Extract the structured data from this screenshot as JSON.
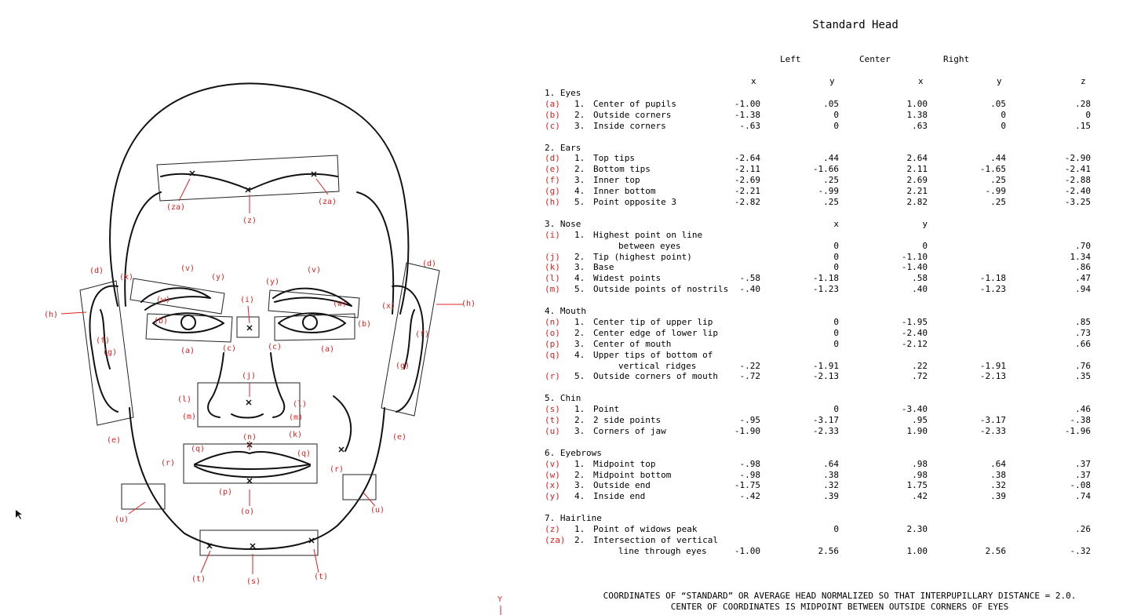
{
  "title": "Standard Head",
  "col_groups": {
    "left": "Left",
    "center": "Center",
    "right": "Right"
  },
  "col_axes": {
    "x1": "x",
    "y1": "y",
    "x2": "x",
    "y2": "y",
    "z": "z"
  },
  "rows": [
    {
      "heading": "1. Eyes"
    },
    {
      "label": "(a)",
      "num": "1.",
      "text": "Center of pupils",
      "v": [
        "-1.00",
        ".05",
        "1.00",
        ".05",
        ".28"
      ]
    },
    {
      "label": "(b)",
      "num": "2.",
      "text": "Outside corners",
      "v": [
        "-1.38",
        "0",
        "1.38",
        "0",
        "0"
      ]
    },
    {
      "label": "(c)",
      "num": "3.",
      "text": "Inside corners",
      "v": [
        "-.63",
        "0",
        ".63",
        "0",
        ".15"
      ]
    },
    {
      "blank": true
    },
    {
      "heading": "2. Ears"
    },
    {
      "label": "(d)",
      "num": "1.",
      "text": "Top tips",
      "v": [
        "-2.64",
        ".44",
        "2.64",
        ".44",
        "-2.90"
      ]
    },
    {
      "label": "(e)",
      "num": "2.",
      "text": "Bottom tips",
      "v": [
        "-2.11",
        "-1.66",
        "2.11",
        "-1.65",
        "-2.41"
      ]
    },
    {
      "label": "(f)",
      "num": "3.",
      "text": "Inner top",
      "v": [
        "-2.69",
        ".25",
        "2.69",
        ".25",
        "-2.88"
      ]
    },
    {
      "label": "(g)",
      "num": "4.",
      "text": "Inner bottom",
      "v": [
        "-2.21",
        "-.99",
        "2.21",
        "-.99",
        "-2.40"
      ]
    },
    {
      "label": "(h)",
      "num": "5.",
      "text": "Point opposite 3",
      "v": [
        "-2.82",
        ".25",
        "2.82",
        ".25",
        "-3.25"
      ]
    },
    {
      "blank": true
    },
    {
      "heading": "3. Nose",
      "v": [
        "",
        "x",
        "y",
        "",
        ""
      ]
    },
    {
      "label": "(i)",
      "num": "1.",
      "text": "Highest point on line",
      "v": [
        "",
        "",
        "",
        "",
        ""
      ]
    },
    {
      "cont": "between eyes",
      "v": [
        "",
        "0",
        "0",
        "",
        ".70"
      ]
    },
    {
      "label": "(j)",
      "num": "2.",
      "text": "Tip (highest point)",
      "v": [
        "",
        "0",
        "-1.10",
        "",
        "1.34"
      ]
    },
    {
      "label": "(k)",
      "num": "3.",
      "text": "Base",
      "v": [
        "",
        "0",
        "-1.40",
        "",
        ".86"
      ]
    },
    {
      "label": "(l)",
      "num": "4.",
      "text": "Widest points",
      "v": [
        "-.58",
        "-1.18",
        ".58",
        "-1.18",
        ".47"
      ]
    },
    {
      "label": "(m)",
      "num": "5.",
      "text": "Outside points of nostrils",
      "v": [
        "-.40",
        "-1.23",
        ".40",
        "-1.23",
        ".94"
      ]
    },
    {
      "blank": true
    },
    {
      "heading": "4. Mouth"
    },
    {
      "label": "(n)",
      "num": "1.",
      "text": "Center tip of upper lip",
      "v": [
        "",
        "0",
        "-1.95",
        "",
        ".85"
      ]
    },
    {
      "label": "(o)",
      "num": "2.",
      "text": "Center edge of lower lip",
      "v": [
        "",
        "0",
        "-2.40",
        "",
        ".73"
      ]
    },
    {
      "label": "(p)",
      "num": "3.",
      "text": "Center of mouth",
      "v": [
        "",
        "0",
        "-2.12",
        "",
        ".66"
      ]
    },
    {
      "label": "(q)",
      "num": "4.",
      "text": "Upper tips of bottom of",
      "v": [
        "",
        "",
        "",
        "",
        ""
      ]
    },
    {
      "cont": "vertical ridges",
      "v": [
        "-.22",
        "-1.91",
        ".22",
        "-1.91",
        ".76"
      ]
    },
    {
      "label": "(r)",
      "num": "5.",
      "text": "Outside corners of mouth",
      "v": [
        "-.72",
        "-2.13",
        ".72",
        "-2.13",
        ".35"
      ]
    },
    {
      "blank": true
    },
    {
      "heading": "5. Chin"
    },
    {
      "label": "(s)",
      "num": "1.",
      "text": "Point",
      "v": [
        "",
        "0",
        "-3.40",
        "",
        ".46"
      ]
    },
    {
      "label": "(t)",
      "num": "2.",
      "text": "2 side points",
      "v": [
        "-.95",
        "-3.17",
        ".95",
        "-3.17",
        "-.38"
      ]
    },
    {
      "label": "(u)",
      "num": "3.",
      "text": "Corners of jaw",
      "v": [
        "-1.90",
        "-2.33",
        "1.90",
        "-2.33",
        "-1.96"
      ]
    },
    {
      "blank": true
    },
    {
      "heading": "6. Eyebrows"
    },
    {
      "label": "(v)",
      "num": "1.",
      "text": "Midpoint top",
      "v": [
        "-.98",
        ".64",
        ".98",
        ".64",
        ".37"
      ]
    },
    {
      "label": "(w)",
      "num": "2.",
      "text": "Midpoint bottom",
      "v": [
        "-.98",
        ".38",
        ".98",
        ".38",
        ".37"
      ]
    },
    {
      "label": "(x)",
      "num": "3.",
      "text": "Outside end",
      "v": [
        "-1.75",
        ".32",
        "1.75",
        ".32",
        "-.08"
      ]
    },
    {
      "label": "(y)",
      "num": "4.",
      "text": "Inside end",
      "v": [
        "-.42",
        ".39",
        ".42",
        ".39",
        ".74"
      ]
    },
    {
      "blank": true
    },
    {
      "heading": "7. Hairline"
    },
    {
      "label": "(z)",
      "num": "1.",
      "text": "Point of widows peak",
      "v": [
        "",
        "0",
        "2.30",
        "",
        ".26"
      ]
    },
    {
      "label": "(za)",
      "num": "2.",
      "text": "Intersection of vertical",
      "v": [
        "",
        "",
        "",
        "",
        ""
      ]
    },
    {
      "cont": "line through eyes",
      "v": [
        "-1.00",
        "2.56",
        "1.00",
        "2.56",
        "-.32"
      ]
    }
  ],
  "footer": {
    "line1": "COORDINATES OF “STANDARD” OR AVERAGE HEAD NORMALIZED SO THAT INTERPUPILLARY DISTANCE = 2.0.",
    "line2": "CENTER OF COORDINATES IS MIDPOINT BETWEEN OUTSIDE CORNERS OF EYES"
  },
  "figure_labels": {
    "za": "(za)",
    "z": "(z)",
    "d": "(d)",
    "x": "(x)",
    "v": "(v)",
    "y": "(y)",
    "h": "(h)",
    "w": "(w)",
    "i": "(i)",
    "b": "(b)",
    "f": "(f)",
    "a": "(a)",
    "c": "(c)",
    "g": "(g)",
    "e": "(e)",
    "j": "(j)",
    "l": "(l)",
    "m": "(m)",
    "k": "(k)",
    "n": "(n)",
    "q": "(q)",
    "r": "(r)",
    "p": "(p)",
    "o": "(o)",
    "u": "(u)",
    "t": "(t)",
    "s": "(s)",
    "axis_y": "Y"
  },
  "colors": {
    "label_red": "#e02020",
    "ink": "#000000"
  }
}
